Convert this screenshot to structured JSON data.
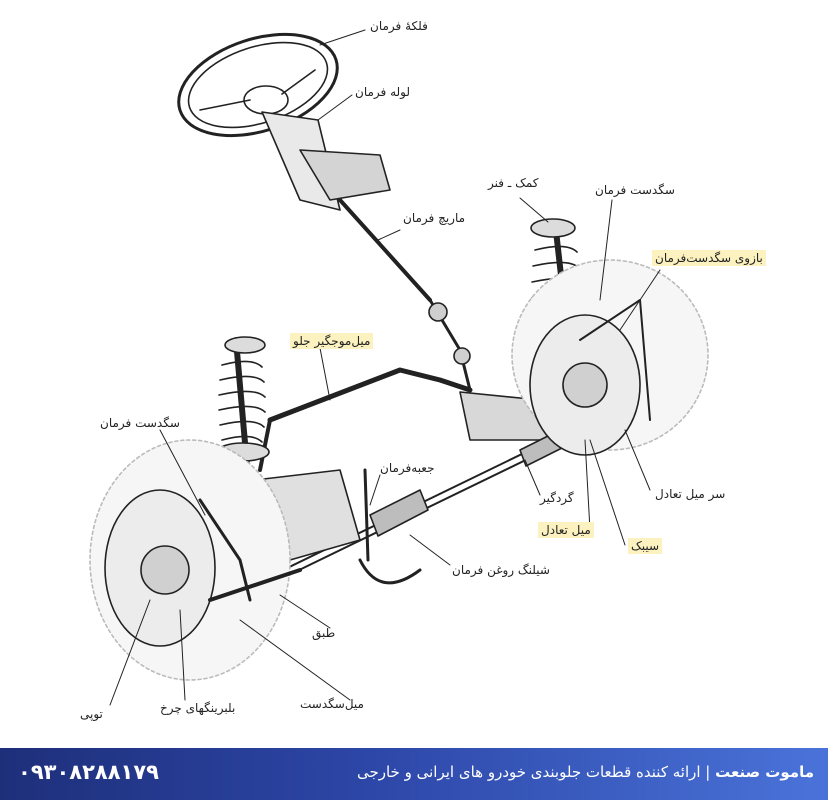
{
  "labels": {
    "steering_wheel": "فلکهٔ فرمان",
    "steering_column": "لوله فرمان",
    "steering_shaft": "ماریچ فرمان",
    "shock_spring": "کمک ـ فنر",
    "knuckle_right": "سگدست فرمان",
    "knuckle_arm": "بازوی سگدست‌فرمان",
    "front_stabilizer": "میل‌موجگیر جلو",
    "knuckle_left": "سگدست فرمان",
    "steering_box": "جعبه‌فرمان",
    "dust_boot": "گردگیر",
    "tie_rod_end": "سر میل تعادل",
    "tie_rod": "میل تعادل",
    "ball_joint": "سیبک",
    "oil_hose": "شیلنگ روغن فرمان",
    "lower_arm": "طبق",
    "knuckle_rod": "میل‌سگدست",
    "wheel_bearings": "بلبرینگهای چرخ",
    "hub": "توپی"
  },
  "footer": {
    "phone": "۰۹۳۰۸۲۸۸۱۷۹",
    "brand": "ماموت صنعت",
    "separator": " | ",
    "tagline": "ارائه کننده قطعات جلوبندی خودرو های ایرانی و خارجی"
  }
}
